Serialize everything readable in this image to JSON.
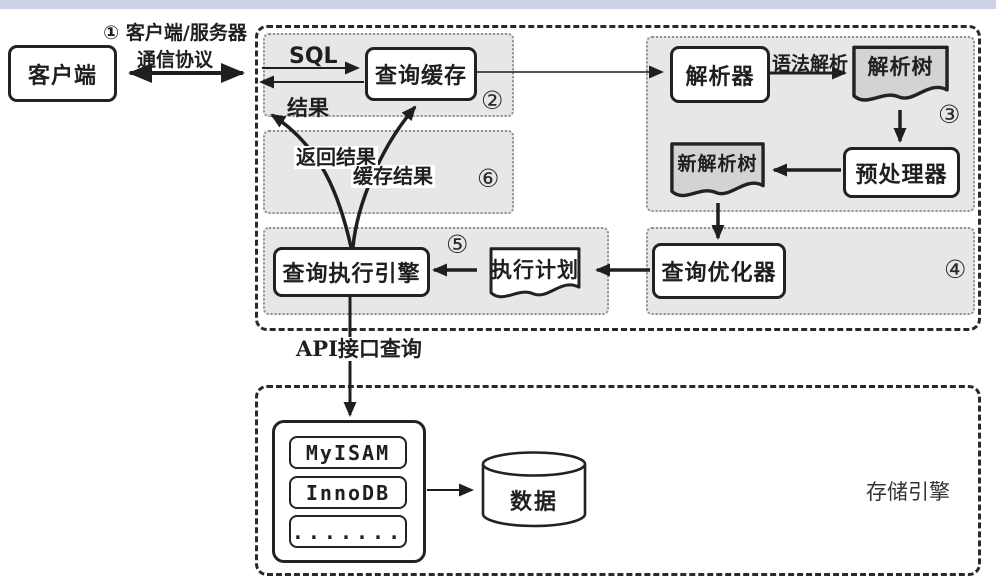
{
  "colors": {
    "top_strip": "#ccd3e6",
    "region_fill": "#e7e7e7",
    "doc_fill": "#d3d3d3",
    "line": "#1f1f1f"
  },
  "client": {
    "label": "客户端"
  },
  "protocol": {
    "line1": "① 客户端/服务器",
    "line2": "通信协议"
  },
  "cache_stage": {
    "sql": "SQL",
    "result": "结果",
    "query_cache": "查询缓存",
    "step": "②"
  },
  "result_stage": {
    "return_result": "返回结果",
    "cache_result": "缓存结果",
    "step": "⑥"
  },
  "parse_stage": {
    "parser": "解析器",
    "syntax_parse": "语法解析",
    "parse_tree": "解析树",
    "preprocessor": "预处理器",
    "new_parse_tree": "新解析树",
    "step": "③"
  },
  "optimize_stage": {
    "query_optimizer": "查询优化器",
    "step": "④"
  },
  "execute_stage": {
    "query_exec_engine": "查询执行引擎",
    "exec_plan": "执行计划",
    "step": "⑤"
  },
  "api": {
    "label": "API接口查询"
  },
  "storage": {
    "title": "存储引擎",
    "engines": [
      "MyISAM",
      "InnoDB",
      "......."
    ],
    "data": "数据"
  }
}
